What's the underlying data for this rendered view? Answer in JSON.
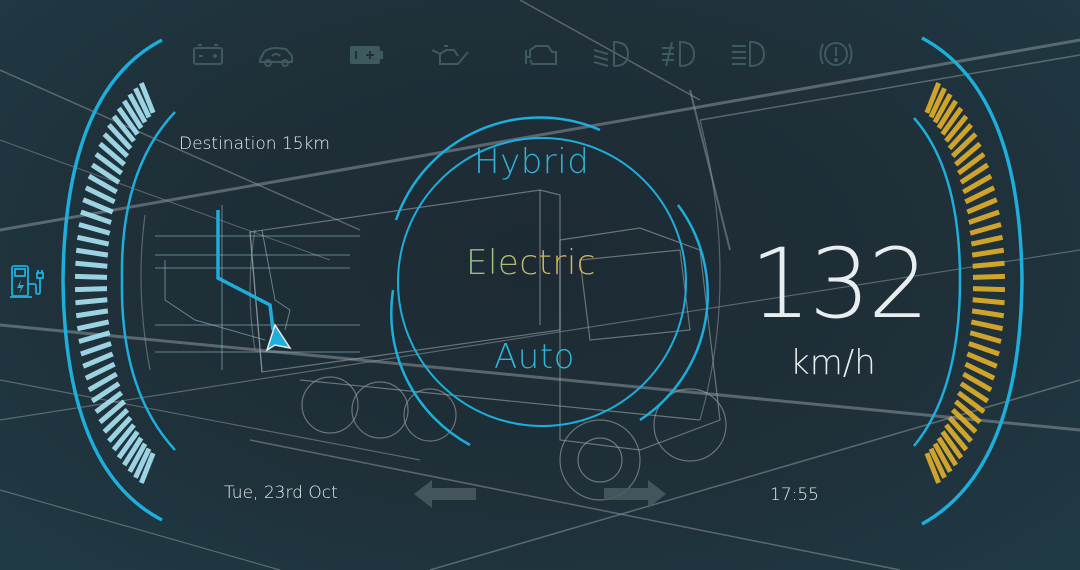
{
  "dashboard": {
    "navigation": {
      "destination_label": "Destination 15km"
    },
    "modes": {
      "hybrid": "Hybrid",
      "electric": "Electric",
      "auto": "Auto"
    },
    "speed": {
      "value": "132",
      "unit": "km/h"
    },
    "footer": {
      "date": "Tue, 23rd Oct",
      "time": "17:55"
    },
    "warning_icons": [
      {
        "name": "battery-outline-icon"
      },
      {
        "name": "car-service-icon"
      },
      {
        "name": "battery-charge-icon",
        "active": true
      },
      {
        "name": "oil-can-icon"
      },
      {
        "name": "engine-check-icon"
      },
      {
        "name": "low-beam-icon"
      },
      {
        "name": "fog-light-icon"
      },
      {
        "name": "high-beam-icon"
      },
      {
        "name": "brake-warning-icon"
      }
    ],
    "side_icon": "ev-charging-station-icon",
    "gauges": {
      "left": {
        "color": "#a6e1f2",
        "arc_color": "#1eaedc"
      },
      "right": {
        "color": "#e0ac2a",
        "arc_color": "#1eaedc"
      }
    },
    "colors": {
      "accent_blue": "#1eaedc",
      "hybrid_text": "#2fb3d6",
      "auto_text": "#2fb3d6",
      "electric_text_left": "#8fc58a",
      "electric_text_right": "#d6b35a",
      "gauge_yellow": "#e0ac2a",
      "gauge_light_blue": "#a6e1f2",
      "text_white": "#e6ecef"
    }
  }
}
